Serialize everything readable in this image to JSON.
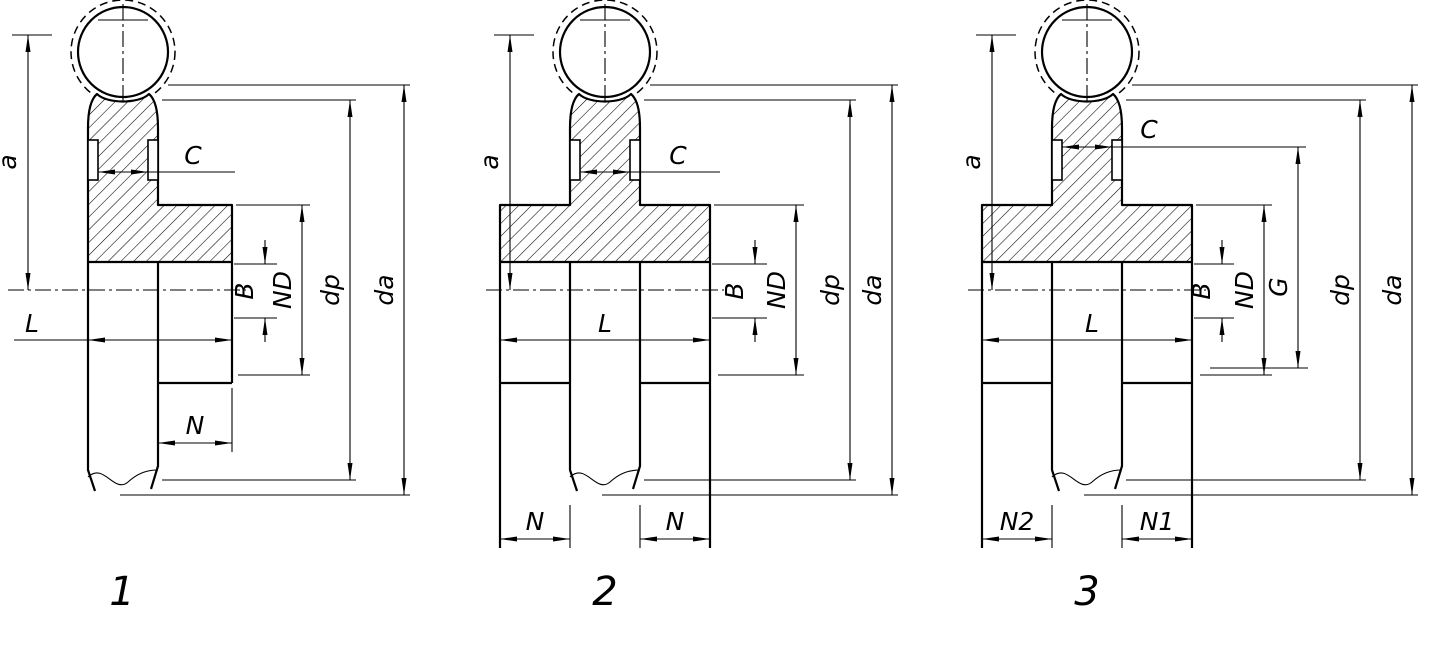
{
  "figure": {
    "background": "#ffffff",
    "line_color": "#000000",
    "description_labels": {
      "roller": "chain-roller-circle",
      "section": "sprocket-hub-section"
    },
    "drawings": [
      {
        "number": "1",
        "dims": {
          "a": "a",
          "c": "C",
          "l": "L",
          "b": "B",
          "nd": "ND",
          "dp": "dp",
          "da": "da",
          "n_right": "N"
        }
      },
      {
        "number": "2",
        "dims": {
          "a": "a",
          "c": "C",
          "l": "L",
          "b": "B",
          "nd": "ND",
          "dp": "dp",
          "da": "da",
          "n_left": "N",
          "n_right": "N"
        }
      },
      {
        "number": "3",
        "dims": {
          "a": "a",
          "c": "C",
          "l": "L",
          "b": "B",
          "nd": "ND",
          "g": "G",
          "dp": "dp",
          "da": "da",
          "n_left": "N2",
          "n_right": "N1"
        }
      }
    ]
  }
}
